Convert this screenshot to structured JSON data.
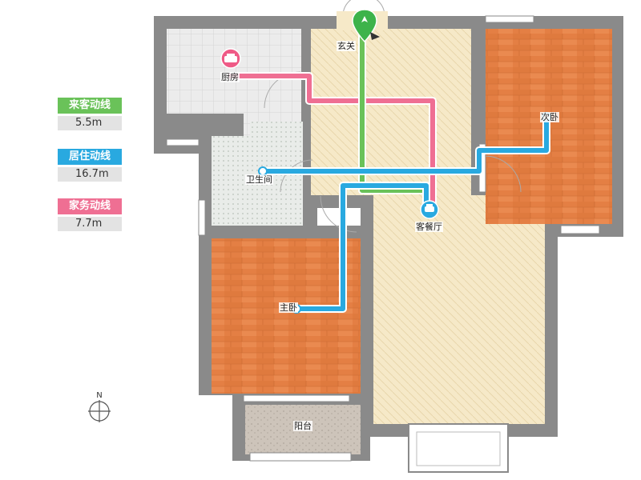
{
  "legend": {
    "guest": {
      "title": "来客动线",
      "value": "5.5m",
      "color": "#6ac259"
    },
    "living": {
      "title": "居住动线",
      "value": "16.7m",
      "color": "#29a9e0"
    },
    "chores": {
      "title": "家务动线",
      "value": "7.7m",
      "color": "#ef6f93"
    }
  },
  "rooms": {
    "entrance": "玄关",
    "kitchen": "厨房",
    "second_bedroom": "次卧",
    "bathroom": "卫生间",
    "living_dining": "客餐厅",
    "master_bedroom": "主卧",
    "balcony": "阳台"
  },
  "compass": {
    "north": "N"
  },
  "colors": {
    "wall": "#8a8a8a",
    "wood_floor": "#e47f44",
    "tile_floor": "#ececec",
    "living_floor": "#f6e9c8",
    "balcony_floor": "#c8bfb5"
  },
  "icons": {
    "entrance_marker": "map-pin-icon",
    "kitchen_marker": "pot-icon",
    "living_marker": "sofa-icon",
    "compass": "compass-icon"
  }
}
